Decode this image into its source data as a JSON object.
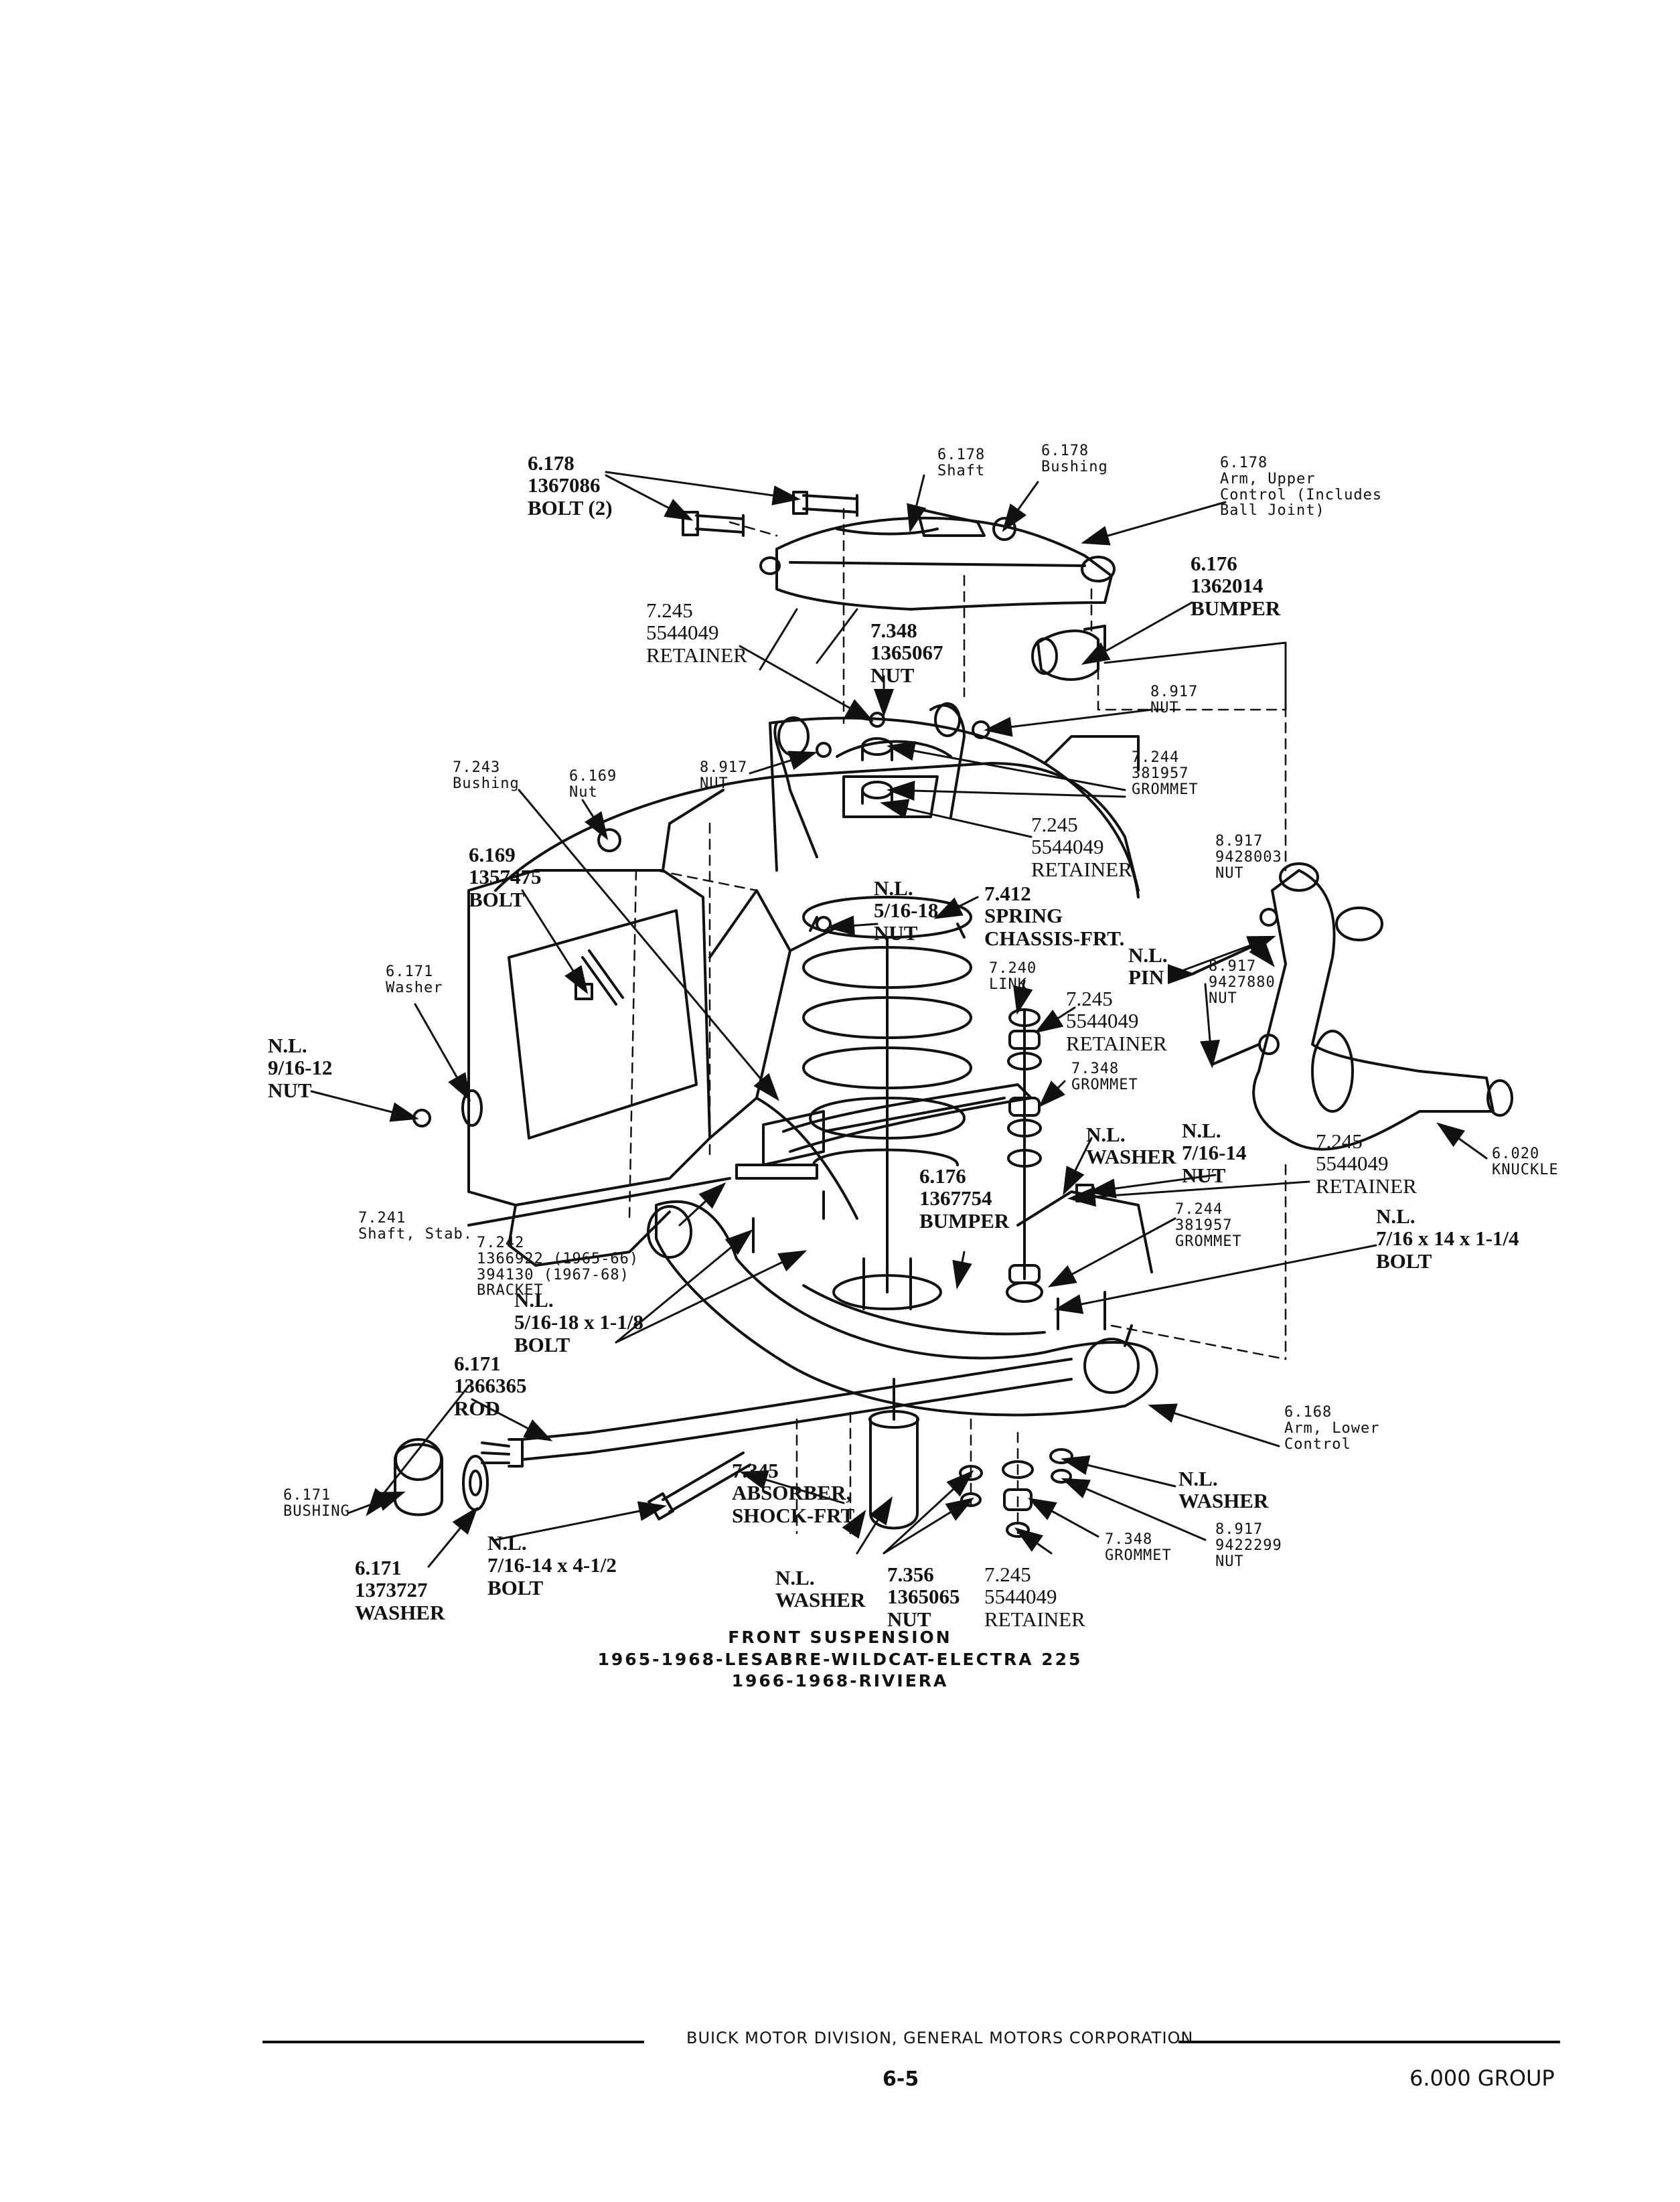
{
  "labels": {
    "upper_bolt": "6.178\n1367086\nBOLT (2)",
    "upper_shaft": "6.178\nShaft",
    "upper_bushing": "6.178\nBushing",
    "upper_arm": "6.178\nArm, Upper\nControl (Includes\nBall Joint)",
    "upper_bumper": "6.176\n1362014\nBUMPER",
    "retainer_top": "7.245\n5544049\nRETAINER",
    "nut_top": "7.348\n1365067\nNUT",
    "nut_8917_right": "8.917\nNUT",
    "grommet_7244_top": "7.244\n381957\nGROMMET",
    "nut_8917_left": "8.917\nNUT",
    "retainer_mid": "7.245\n5544049\nRETAINER",
    "bushing_7243": "7.243\nBushing",
    "nut_6169": "6.169\nNut",
    "bolt_6169": "6.169\n1357475\nBOLT",
    "nut_516_18": "N.L.\n5/16-18\nNUT",
    "spring": "7.412\nSPRING\nCHASSIS-FRT.",
    "nut_9428003": "8.917\n9428003\nNUT",
    "washer_6171": "6.171\nWasher",
    "nut_916_12": "N.L.\n9/16-12\nNUT",
    "link": "7.240\nLINK",
    "retainer_link": "7.245\n5544049\nRETAINER",
    "grommet_link": "7.348\nGROMMET",
    "pin": "N.L.\nPIN",
    "nut_9427880": "8.917\n9427880\nNUT",
    "washer_nl_right": "N.L.\nWASHER",
    "nut_716_14": "N.L.\n7/16-14\nNUT",
    "retainer_right": "7.245\n5544049\nRETAINER",
    "knuckle": "6.020\nKNUCKLE",
    "shaft_stab": "7.241\nShaft, Stab.",
    "bumper_6176": "6.176\n1367754\nBUMPER",
    "grommet_7244_low": "7.244\n381957\nGROMMET",
    "bolt_716_14_114": "N.L.\n7/16 x 14 x 1-1/4\nBOLT",
    "bracket": "7.242\n1366922 (1965-66)\n394130 (1967-68)\nBRACKET",
    "bolt_516_18": "N.L.\n5/16-18 x 1-1/8\nBOLT",
    "rod": "6.171\n1366365\nROD",
    "lower_arm": "6.168\nArm, Lower\nControl",
    "bushing_6171": "6.171\nBUSHING",
    "absorber": "7.345\nABSORBER,\nSHOCK-FRT.",
    "washer_nl_low": "N.L.\nWASHER",
    "grommet_7348_low": "7.348\nGROMMET",
    "nut_9422299": "8.917\n9422299\nNUT",
    "washer_6171_low": "6.171\n1373727\nWASHER",
    "bolt_716_14_412": "N.L.\n7/16-14 x 4-1/2\nBOLT",
    "washer_nl_bottom": "N.L.\nWASHER",
    "nut_7356": "7.356\n1365065\nNUT",
    "retainer_bottom": "7.245\n5544049\nRETAINER"
  },
  "caption": {
    "line1": "FRONT SUSPENSION",
    "line2": "1965-1968-LESABRE-WILDCAT-ELECTRA 225",
    "line3": "1966-1968-RIVIERA"
  },
  "footer": {
    "division": "BUICK MOTOR DIVISION, GENERAL MOTORS CORPORATION",
    "page_number": "6-5",
    "group": "6.000 GROUP"
  }
}
